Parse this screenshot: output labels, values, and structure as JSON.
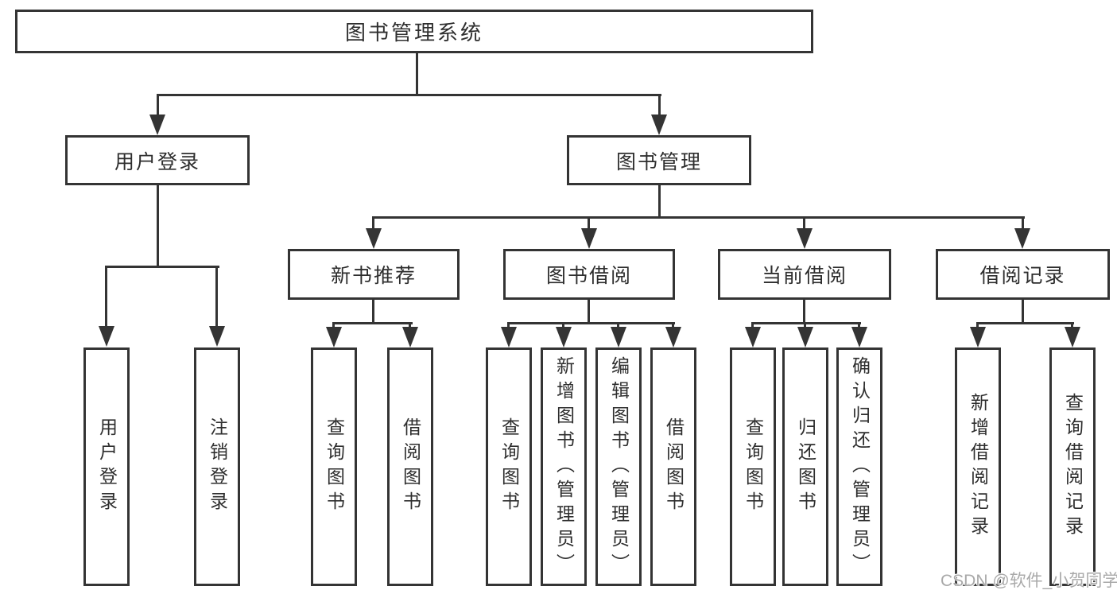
{
  "tree": {
    "label": "图书管理系统",
    "children": [
      {
        "label": "用户登录",
        "children": [
          {
            "label": "用户登录"
          },
          {
            "label": "注销登录"
          }
        ]
      },
      {
        "label": "图书管理",
        "children": [
          {
            "label": "新书推荐",
            "children": [
              {
                "label": "查询图书"
              },
              {
                "label": "借阅图书"
              }
            ]
          },
          {
            "label": "图书借阅",
            "children": [
              {
                "label": "查询图书"
              },
              {
                "label": "新增图书（管理员）"
              },
              {
                "label": "编辑图书（管理员）"
              },
              {
                "label": "借阅图书"
              }
            ]
          },
          {
            "label": "当前借阅",
            "children": [
              {
                "label": "查询图书"
              },
              {
                "label": "归还图书"
              },
              {
                "label": "确认归还（管理员）"
              }
            ]
          },
          {
            "label": "借阅记录",
            "children": [
              {
                "label": "新增借阅记录"
              },
              {
                "label": "查询借阅记录"
              }
            ]
          }
        ]
      }
    ]
  },
  "watermark": {
    "text": "CSDN @软件_小贺同学"
  },
  "colors": {
    "line": "#343434",
    "text": "#2e2e2e",
    "background": "#ffffff",
    "watermark": "#a9a9a9"
  }
}
